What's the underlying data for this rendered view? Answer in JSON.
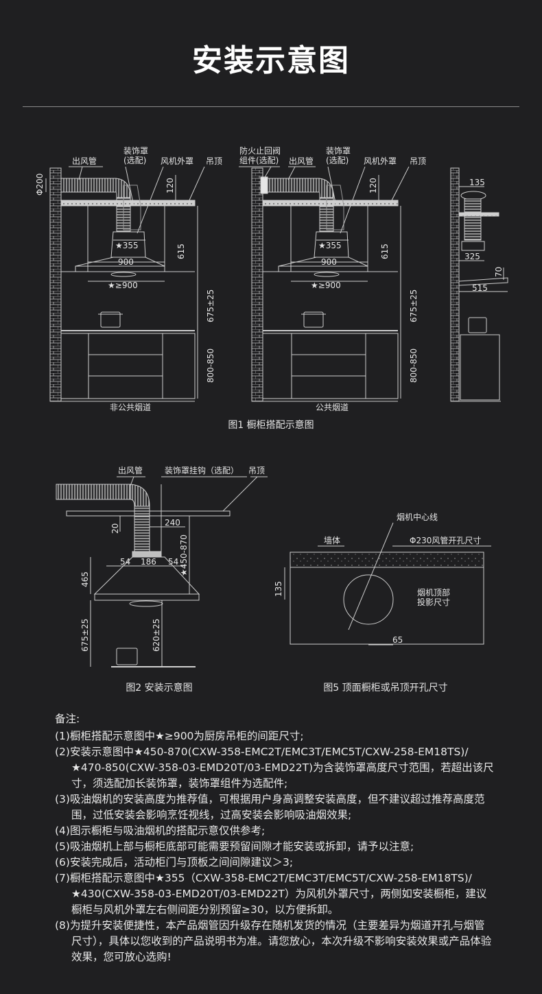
{
  "title": "安装示意图",
  "fig1": {
    "left": {
      "lbl_outlet": "出风管",
      "lbl_deco": "装饰罩\n(选配)",
      "lbl_cover": "风机外罩",
      "lbl_ceiling": "吊顶",
      "dim_pipe": "Φ200",
      "dim_120": "120",
      "dim_355": "★355",
      "dim_615": "615",
      "dim_900": "900",
      "dim_gap": "★≥900",
      "dim_675": "675±25",
      "dim_800": "800-850",
      "sub": "非公共烟道"
    },
    "right": {
      "lbl_valve": "防火止回阀\n组件(选配)",
      "lbl_outlet": "出风管",
      "lbl_deco": "装饰罩\n(选配)",
      "lbl_cover": "风机外罩",
      "lbl_ceiling": "吊顶",
      "dim_120": "120",
      "dim_355": "★355",
      "dim_615": "615",
      "dim_900": "900",
      "dim_gap": "★≥900",
      "dim_675": "675±25",
      "dim_800": "800-850",
      "sub": "公共烟道"
    },
    "side": {
      "dim_135": "135",
      "dim_325": "325",
      "dim_70": "70",
      "dim_515": "515"
    },
    "caption": "图1 橱柜搭配示意图"
  },
  "fig2": {
    "lbl_outlet": "出风管",
    "lbl_hook": "装饰罩挂钩（选配）",
    "lbl_ceiling": "吊顶",
    "dim_20": "20",
    "dim_240": "240",
    "dim_450": "★450-870",
    "dim_54a": "54",
    "dim_186": "186",
    "dim_54b": "54",
    "dim_465": "465",
    "dim_675": "675±25",
    "dim_620": "620±25",
    "caption": "图2 安装示意图"
  },
  "fig5": {
    "lbl_center": "烟机中心线",
    "lbl_wall": "墙体",
    "lbl_hole": "Φ230风管开孔尺寸",
    "lbl_proj": "烟机顶部\n投影尺寸",
    "dim_135": "135",
    "dim_65": "65",
    "caption": "图5 顶面橱柜或吊顶开孔尺寸"
  },
  "notes": {
    "title": "备注:",
    "items": [
      "(1)橱柜搭配示意图中★≥900为厨房吊柜的间距尺寸;",
      "(2)安装示意图中★450-870(CXW-358-EMC2T/EMC3T/EMC5T/CXW-258-EM18TS)/★470-850(CXW-358-03-EMD20T/03-EMD22T)为含装饰罩高度尺寸范围，若超出该尺寸，须选配加长装饰罩，装饰罩组件为选配件;",
      "(3)吸油烟机的安装高度为推荐值，可根据用户身高调整安装高度，但不建议超过推荐高度范围，过低安装会影响烹饪视线，过高安装会影响吸油烟效果;",
      "(4)图示橱柜与吸油烟机的搭配示意仅供参考;",
      "(5)吸油烟机上部与橱柜底部可能需要预留间隙才能安装或拆卸，请予以注意;",
      "(6)安装完成后，活动柜门与顶板之间间隙建议＞3;",
      "(7)橱柜搭配示意图中★355（CXW-358-EMC2T/EMC3T/EMC5T/CXW-258-EM18TS)/★430(CXW-358-03-EMD20T/03-EMD22T）为风机外罩尺寸，两侧如安装橱柜，建议橱柜与风机外罩左右侧间距分别预留≥30，以方便拆卸。",
      "(8)为提升安装便捷性，本产品烟管因升级存在随机发货的情况（主要差异为烟道开孔与烟管尺寸），具体以您收到的产品说明书为准。请您放心，本次升级不影响安装效果或产品体验效果，您可放心选购!"
    ]
  }
}
